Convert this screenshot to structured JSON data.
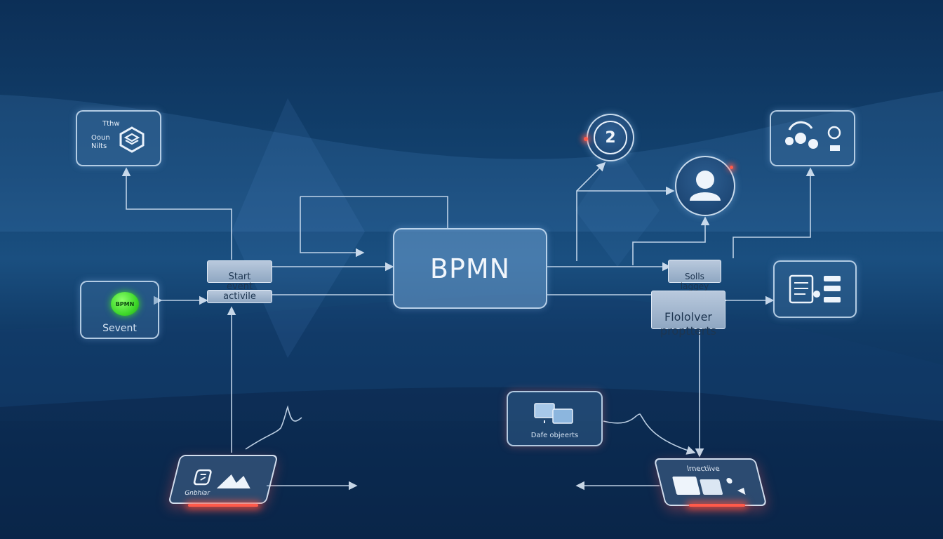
{
  "diagram": {
    "center": {
      "label": "BPMN"
    },
    "chips": {
      "start_event": "Start\nevent",
      "activity": "activile",
      "sub_right_top": "Solls\nlaggey",
      "sub_right": "Flololver\nproptterts"
    },
    "nodes": {
      "top_left": {
        "line1": "Tthw",
        "line2": "Ooun",
        "line3": "Nilts"
      },
      "start_node": {
        "badge": "BPMN",
        "label": "Sevent"
      },
      "circle_number": "2",
      "data_objects": "Dafe objeerts",
      "bottom_left": "Gnbhiar",
      "bottom_right": "lrnectiive"
    }
  },
  "colors": {
    "accent_green": "#3fd92b",
    "glow_red": "#ff5a4a",
    "node_border": "#cde1f5"
  }
}
